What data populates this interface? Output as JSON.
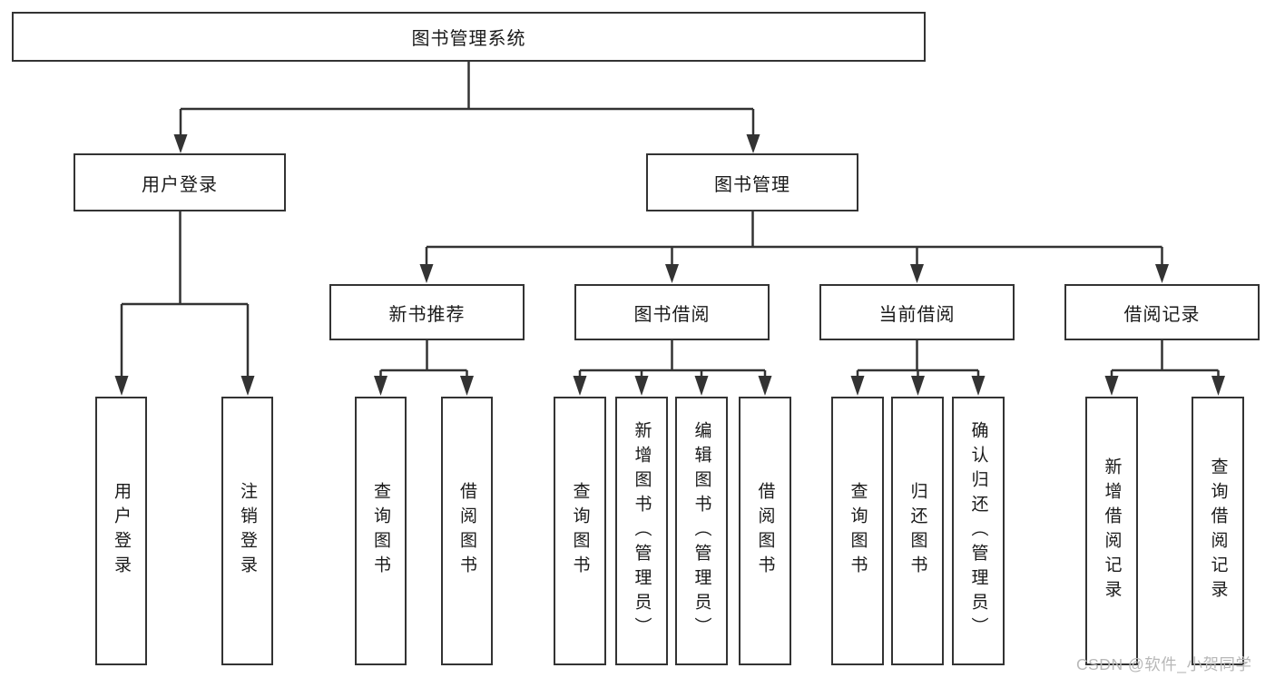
{
  "colors": {
    "line": "#333333",
    "text": "#1a1a1a",
    "background": "#ffffff",
    "watermark_text": "#b8b8b8"
  },
  "watermark": "CSDN @软件_小贺同学",
  "tree": {
    "root": "图书管理系统",
    "branches": [
      {
        "label": "用户登录",
        "children": [
          "用户登录",
          "注销登录"
        ]
      },
      {
        "label": "图书管理",
        "sections": [
          {
            "label": "新书推荐",
            "children": [
              "查询图书",
              "借阅图书"
            ]
          },
          {
            "label": "图书借阅",
            "children": [
              "查询图书",
              "新增图书（管理员）",
              "编辑图书（管理员）",
              "借阅图书"
            ]
          },
          {
            "label": "当前借阅",
            "children": [
              "查询图书",
              "归还图书",
              "确认归还（管理员）"
            ]
          },
          {
            "label": "借阅记录",
            "children": [
              "新增借阅记录",
              "查询借阅记录"
            ]
          }
        ]
      }
    ]
  }
}
